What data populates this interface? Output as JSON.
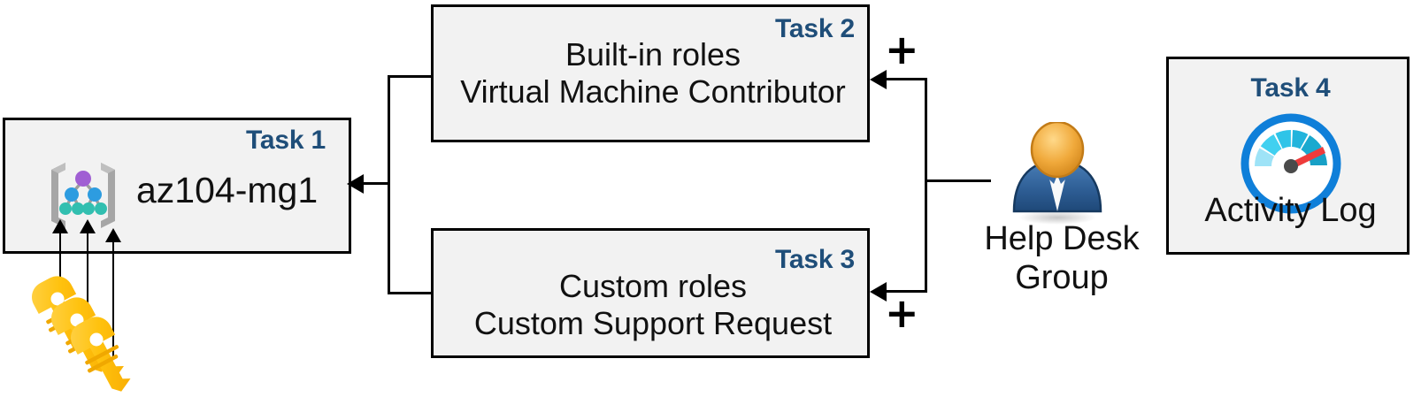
{
  "diagram": {
    "title": "Azure RBAC task diagram",
    "accent_color": "#1F4E79",
    "box_fill": "#F2F2F2",
    "box_border": "#000000"
  },
  "task1": {
    "label": "Task 1",
    "text": "az104-mg1",
    "icon": "management-group-icon"
  },
  "task2": {
    "label": "Task 2",
    "line1": "Built-in roles",
    "line2": "Virtual Machine Contributor"
  },
  "task3": {
    "label": "Task 3",
    "line1": "Custom roles",
    "line2": "Custom Support Request"
  },
  "task4": {
    "label": "Task 4",
    "caption": "Activity Log",
    "icon": "gauge-icon"
  },
  "helpdesk": {
    "caption_line1": "Help Desk",
    "caption_line2": "Group",
    "icon": "user-group-icon"
  },
  "connectors": {
    "plus_top": "+",
    "plus_bottom": "+",
    "keys_icon": "keys-icon"
  }
}
